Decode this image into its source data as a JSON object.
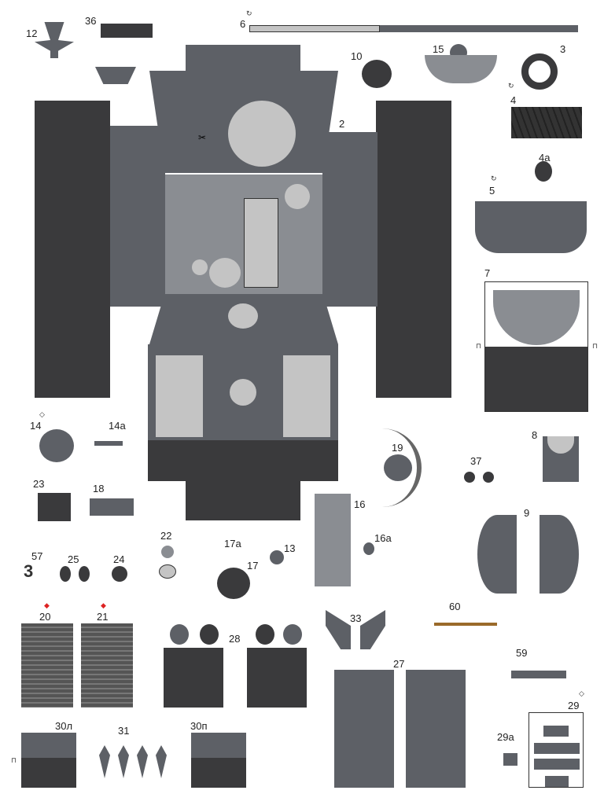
{
  "sheet": {
    "labels": {
      "p12": "12",
      "p36": "36",
      "p6": "6",
      "p10": "10",
      "p15": "15",
      "p3": "3",
      "p4": "4",
      "p4a": "4a",
      "p5": "5",
      "p2": "2",
      "p7": "7",
      "p14": "14",
      "p14a": "14a",
      "p8": "8",
      "p19": "19",
      "p37": "37",
      "p23": "23",
      "p18": "18",
      "p16": "16",
      "p22": "22",
      "p17a": "17a",
      "p13": "13",
      "p16a": "16a",
      "p9": "9",
      "p57": "57",
      "p25": "25",
      "p24": "24",
      "p17": "17",
      "p60": "60",
      "p20": "20",
      "p21": "21",
      "p33": "33",
      "p28": "28",
      "p27": "27",
      "p59": "59",
      "p29": "29",
      "p29a": "29a",
      "p30l": "30л",
      "p31": "31",
      "p30p": "30п"
    },
    "fold_mark": "⊓",
    "colors": {
      "dark": "#3a3a3c",
      "mid": "#5d6066",
      "light": "#8a8d92",
      "cutout": "#c4c4c4",
      "accent_red": "#dd2222"
    },
    "icons": {
      "rotate": "rotate-arrow-icon",
      "glue": "glue-box-icon",
      "scissors": "scissors-icon"
    }
  }
}
